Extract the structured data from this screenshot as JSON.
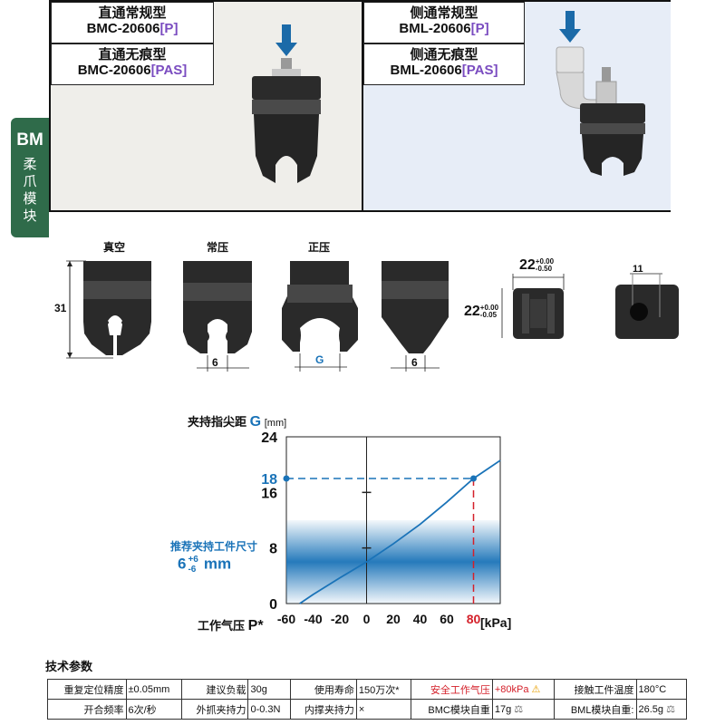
{
  "top": {
    "bmc_std_title": "直通常规型",
    "bmc_std_code": "BMC-20606",
    "bmc_std_sfx": "[P]",
    "bmc_nm_title": "直通无痕型",
    "bmc_nm_code": "BMC-20606",
    "bmc_nm_sfx": "[PAS]",
    "bml_std_title": "侧通常规型",
    "bml_std_code": "BML-20606",
    "bml_std_sfx": "[P]",
    "bml_nm_title": "侧通无痕型",
    "bml_nm_code": "BML-20606",
    "bml_nm_sfx": "[PAS]"
  },
  "side_tab": {
    "brand": "BM",
    "c1": "柔",
    "c2": "爪",
    "c3": "模",
    "c4": "块"
  },
  "modes": {
    "vacuum": "真空",
    "normal": "常压",
    "positive": "正压"
  },
  "dims": {
    "height": "31",
    "w6a": "6",
    "g": "G",
    "w6b": "6",
    "w22": "22",
    "w22_tol_up": "+0.00",
    "w22_tol_dn": "-0.50",
    "h22": "22",
    "h22_tol_up": "+0.00",
    "h22_tol_dn": "-0.05",
    "w11": "11"
  },
  "colors": {
    "accent": "#1a73b8",
    "red": "#d4202a",
    "purple": "#7a4cc0",
    "green": "#2f6b4a"
  },
  "chart_data": {
    "type": "line",
    "title": "夹持指尖距 G [mm]",
    "title_main": "夹持指尖距",
    "title_g": "G",
    "title_unit": "[mm]",
    "xlabel": "工作气压 P*",
    "xlabel_main": "工作气压",
    "xlabel_p": "P*",
    "x_unit": "[kPa]",
    "xlim": [
      -60,
      100
    ],
    "ylim": [
      0,
      24
    ],
    "x_ticks": [
      -60,
      -40,
      -20,
      0,
      20,
      40,
      60,
      80
    ],
    "x_tick_labels": [
      "-60",
      "-40",
      "-20",
      "0",
      "20",
      "40",
      "60",
      "80"
    ],
    "y_ticks": [
      0,
      8,
      16,
      18,
      24
    ],
    "y_tick_labels": [
      "0",
      "8",
      "16",
      "18",
      "24"
    ],
    "series": [
      {
        "x": [
          -50,
          -40,
          -20,
          0,
          20,
          40,
          60,
          80,
          100
        ],
        "y": [
          0,
          1.3,
          3.7,
          6.0,
          8.6,
          11.4,
          14.6,
          18,
          20.6
        ]
      }
    ],
    "highlight_point": {
      "x": 80,
      "y": 18
    },
    "band": {
      "y_from": 0,
      "y_to": 12
    },
    "annotation_title": "推荐夹持工件尺寸",
    "annotation_value": "6",
    "annotation_tol_up": "+6",
    "annotation_tol_dn": "-6",
    "annotation_unit": "mm",
    "grid": false
  },
  "specs": {
    "title": "技术参数",
    "rows": [
      [
        {
          "k": "重复定位精度",
          "v": "±0.05mm"
        },
        {
          "k": "建议负载",
          "v": "30g"
        },
        {
          "k": "使用寿命",
          "v": "150万次*"
        },
        {
          "k": "安全工作气压",
          "v": "+80kPa"
        },
        {
          "k": "接触工件温度",
          "v": "180°C"
        }
      ],
      [
        {
          "k": "开合频率",
          "v": "6次/秒"
        },
        {
          "k": "外抓夹持力",
          "v": "0-0.3N"
        },
        {
          "k": "内撑夹持力",
          "v": "×"
        },
        {
          "k": "BMC模块自重",
          "v": "17g"
        },
        {
          "k": "BML模块自重:",
          "v": "26.5g"
        }
      ]
    ]
  }
}
